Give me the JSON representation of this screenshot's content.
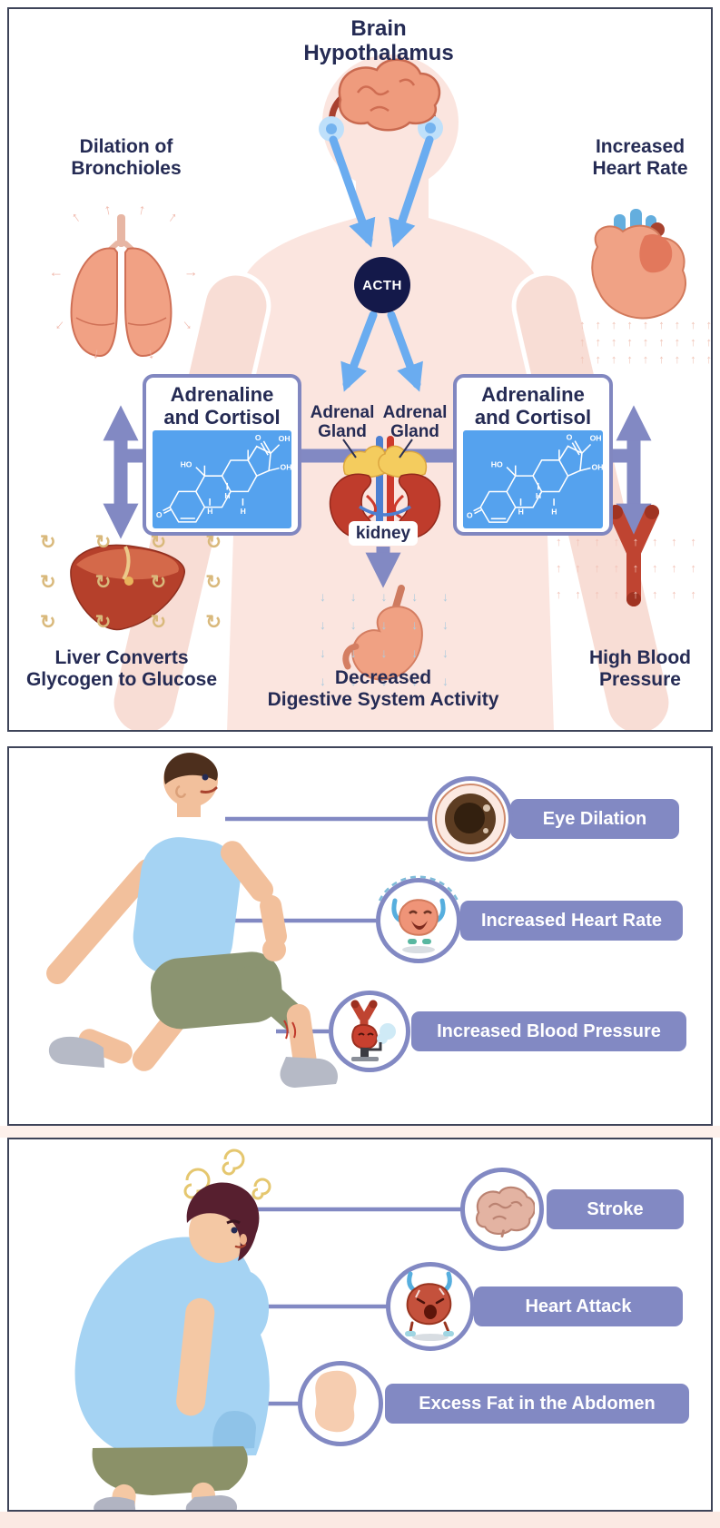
{
  "icons": {
    "up_arrow": "↑",
    "down_arrow": "↓",
    "recycle": "↻"
  },
  "colors": {
    "navy_text": "#252b54",
    "banner_purple": "#8289c3",
    "connector_purple": "#8289c3",
    "signal_blue": "#6aacf0",
    "acth_navy": "#14194a",
    "chem_blue": "#55a2ee",
    "silhouette_pink": "#fbe5df",
    "panel_border": "#3e4459"
  },
  "panel1": {
    "title": [
      "Brain",
      "Hypothalamus"
    ],
    "acth_label": "ACTH",
    "bronchioles": [
      "Dilation of",
      "Bronchioles"
    ],
    "heart_rate": [
      "Increased",
      "Heart Rate"
    ],
    "box_title": [
      "Adrenaline",
      "and Cortisol"
    ],
    "adrenal_gland": [
      "Adrenal",
      "Gland"
    ],
    "kidney_label": "kidney",
    "liver": [
      "Liver Converts",
      "Glycogen to Glucose"
    ],
    "digestive": [
      "Decreased",
      "Digestive System Activity"
    ],
    "high_bp": [
      "High Blood",
      "Pressure"
    ],
    "chem": [
      "O",
      "OH",
      "HO",
      "OH",
      "H",
      "H",
      "H",
      "O"
    ]
  },
  "panel2": {
    "callouts": [
      {
        "label": "Eye Dilation",
        "icon": "eye-icon"
      },
      {
        "label": "Increased Heart Rate",
        "icon": "jumping-heart-icon"
      },
      {
        "label": "Increased Blood Pressure",
        "icon": "blood-pressure-pump-icon"
      }
    ]
  },
  "panel3": {
    "callouts": [
      {
        "label": "Stroke",
        "icon": "brain-icon"
      },
      {
        "label": "Heart Attack",
        "icon": "sad-heart-icon"
      },
      {
        "label": "Excess Fat in the Abdomen",
        "icon": "abdomen-icon"
      }
    ]
  }
}
